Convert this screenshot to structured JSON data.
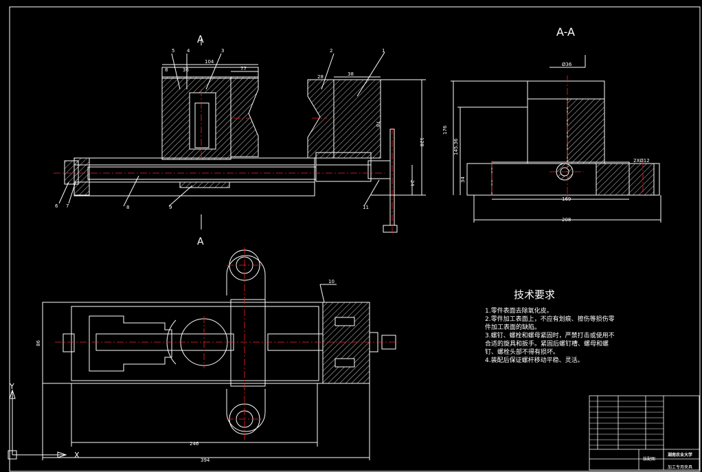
{
  "section_title": "A-A",
  "section_markers": [
    "A",
    "A"
  ],
  "requirements": {
    "title": "技术要求",
    "lines": [
      "1.零件表面去除氧化皮。",
      "2.零件加工表面上，不应有划痕、擦伤等损伤零",
      "件加工表面的缺陷。",
      "3.螺钉、螺栓和螺母紧固时，严禁打击或使用不",
      "合适的旋具和扳手。紧固后螺钉槽、螺母和螺",
      "钉、螺栓头部不得有损坏。",
      "4.装配后保证螺杆移动平稳、灵活。"
    ]
  },
  "part_numbers": [
    "1",
    "2",
    "3",
    "4",
    "5",
    "6",
    "7",
    "8",
    "9",
    "10",
    "11"
  ],
  "dimensions": {
    "d104": "104",
    "d8": "8",
    "d36": "36",
    "d77": "77",
    "d38": "38",
    "d28": "28",
    "d78": "78",
    "d128": "128",
    "d24": "24",
    "d176": "176",
    "d145": "145.36",
    "d34": "34",
    "d169": "169",
    "d208": "208",
    "d2x12": "2XØ12",
    "dphi": "Ø36",
    "d86": "86",
    "d246": "246",
    "d394": "394"
  },
  "axis": {
    "x": "X",
    "y": "Y"
  },
  "title_block": {
    "school": "湖南农业大学",
    "drawing": "装配图",
    "product": "加工专用夹具"
  },
  "colors": {
    "line": "#ffffff",
    "center": "#ff2020",
    "yellow": "#ffff00",
    "cyan": "#00c8c8"
  }
}
